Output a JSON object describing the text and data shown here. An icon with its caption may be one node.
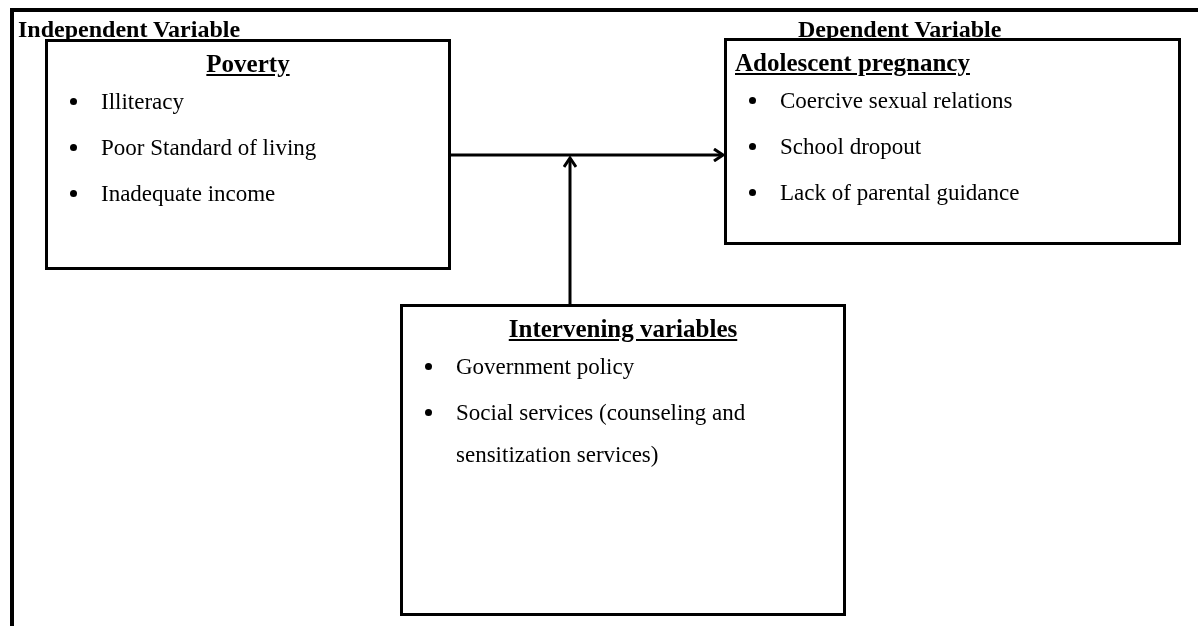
{
  "diagram": {
    "nodes": [
      {
        "text": [
          "Poverty",
          "Illiteracy",
          "Poor Standard of living",
          "Inadequate income"
        ]
      },
      {
        "text": [
          "Adolescent pregnancy",
          "Coercive sexual relations",
          "School dropout",
          "Lack of parental guidance"
        ]
      },
      {
        "text": [
          "Intervening variables",
          "Government policy",
          "Social services (counseling and sensitization services)"
        ]
      }
    ],
    "edges": [
      {
        "from": 0,
        "to": 1,
        "arrow": "to"
      },
      {
        "from": 2,
        "to": null,
        "arrow": "to"
      }
    ],
    "labels": [
      "Independent Variable",
      "Dependent Variable"
    ]
  }
}
